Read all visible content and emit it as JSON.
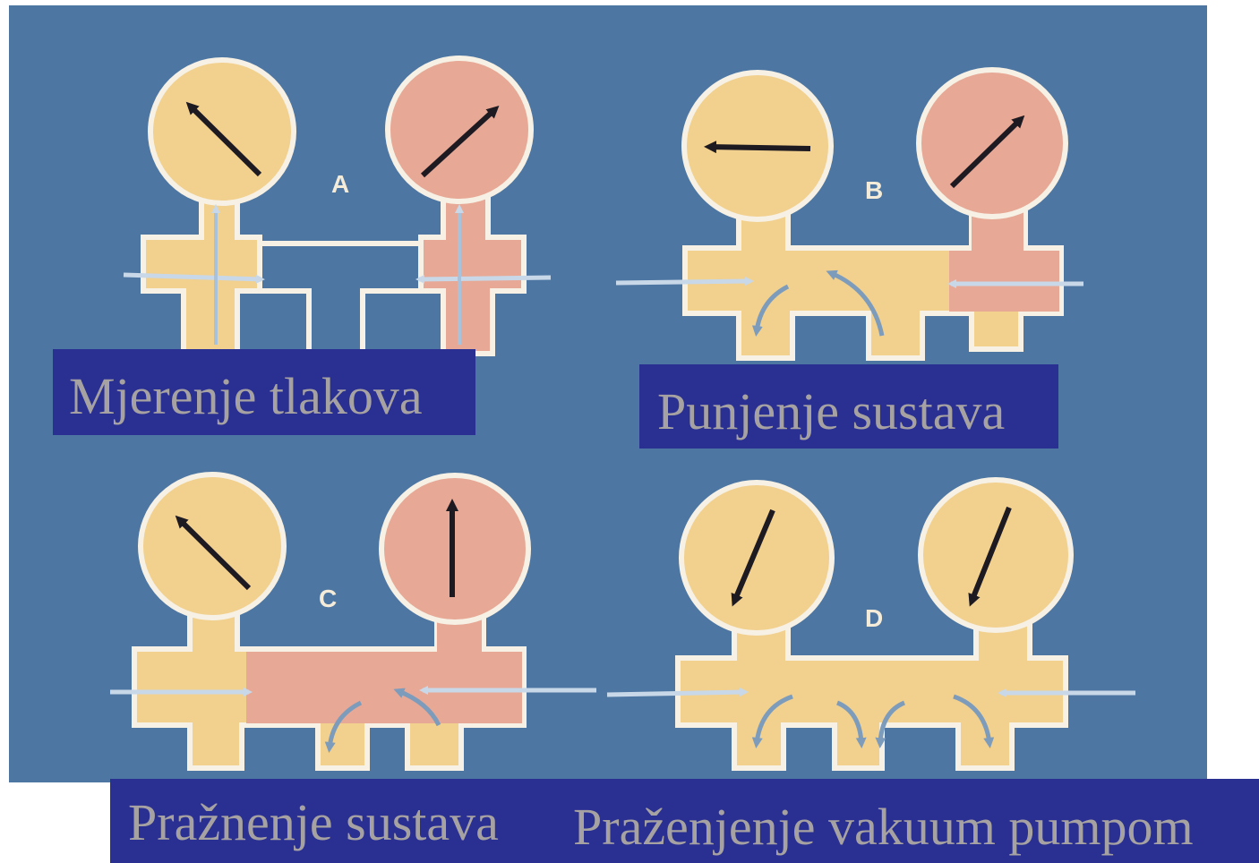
{
  "colors": {
    "background": "#4e76a2",
    "low_side": "#f2d08e",
    "high_side": "#e7a896",
    "outline": "#f6f1e4",
    "needle": "#1e1a22",
    "flow_arrow": "#c8d8e8",
    "caption_box": "#2a2f92",
    "caption_text": "#a7a2a2"
  },
  "panels": [
    {
      "letter": "A",
      "caption": "Mjerenje tlakova"
    },
    {
      "letter": "B",
      "caption": "Punjenje sustava"
    },
    {
      "letter": "C",
      "caption": "Pražnenje sustava"
    },
    {
      "letter": "D",
      "caption": "Praženjenje vakuum pumpom"
    }
  ]
}
